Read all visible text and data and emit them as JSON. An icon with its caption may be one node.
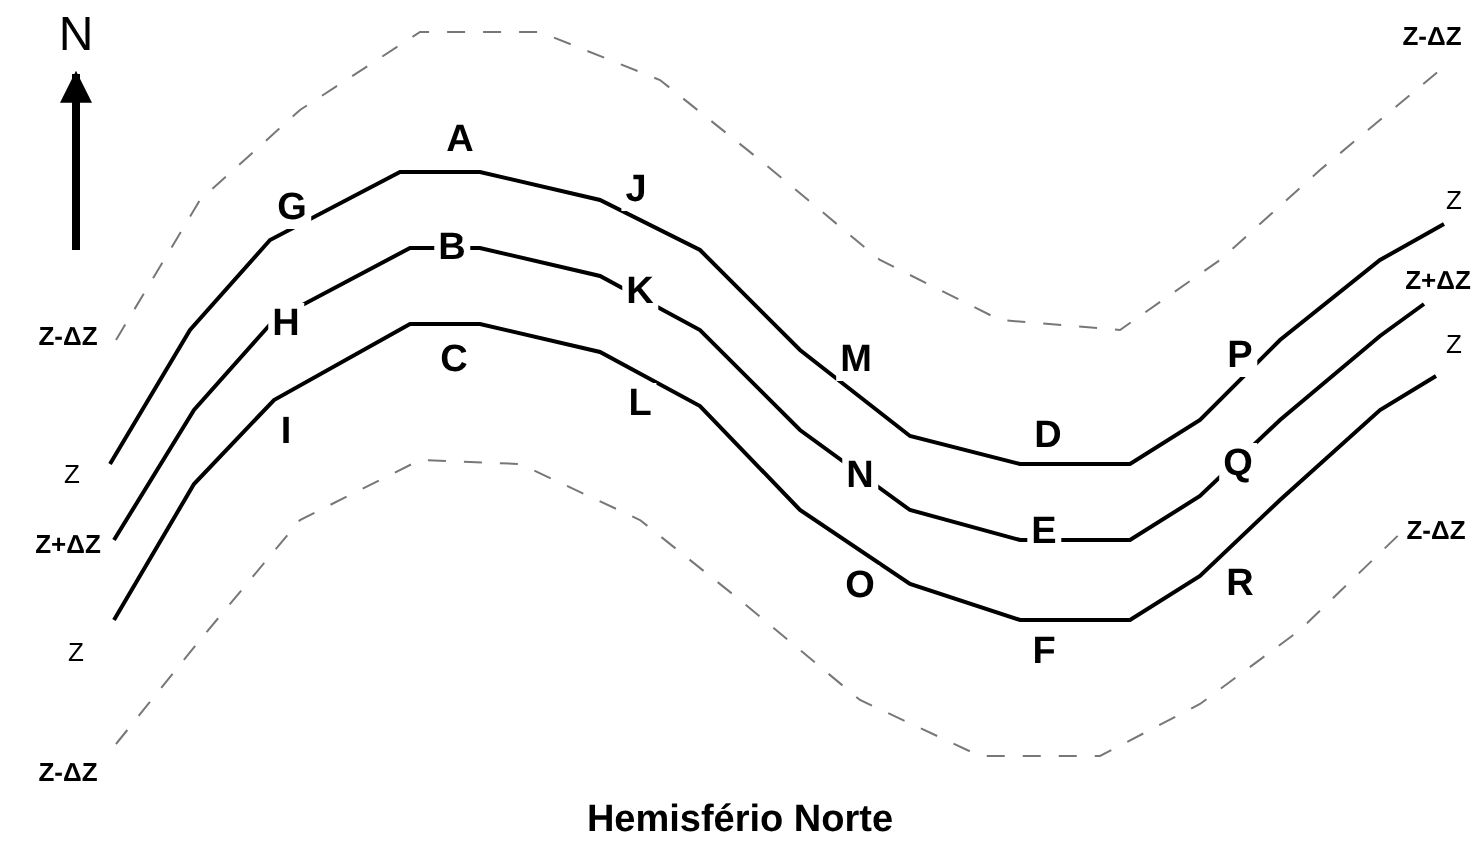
{
  "diagram": {
    "caption": "Hemisfério Norte",
    "labels": [
      "N",
      "Z-ΔZ",
      "A",
      "J",
      "Z",
      "G",
      "B",
      "Z+ΔZ",
      "K",
      "Z-ΔZ",
      "H",
      "Z",
      "P",
      "M",
      "C",
      "L",
      "I",
      "D",
      "Q",
      "Z",
      "N",
      "E",
      "Z-ΔZ",
      "Z+ΔZ",
      "O",
      "R",
      "Z",
      "F",
      "Z-ΔZ"
    ]
  }
}
